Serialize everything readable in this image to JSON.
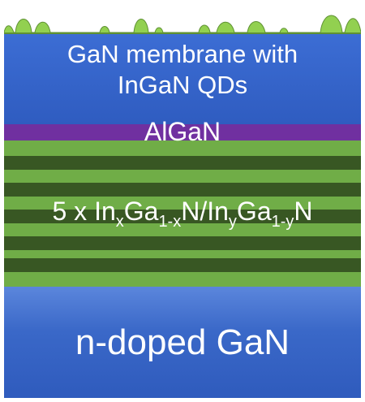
{
  "membrane": {
    "line1": "GaN membrane with",
    "line2": "InGaN QDs"
  },
  "algan": {
    "label": "AlGaN"
  },
  "mqw": {
    "count": "5 x ",
    "a1": "In",
    "a1_sub": "x",
    "a2": "Ga",
    "a2_sub": "1-x",
    "a3": "N/",
    "b1": "In",
    "b1_sub": "y",
    "b2": "Ga",
    "b2_sub": "1-y",
    "b3": "N"
  },
  "substrate": {
    "label": "n-doped GaN"
  },
  "colors": {
    "gan": "#3c6dd4",
    "algan": "#7030a0",
    "barrier": "#70ad47",
    "well": "#385723",
    "quantum_dots": "#92d050"
  }
}
